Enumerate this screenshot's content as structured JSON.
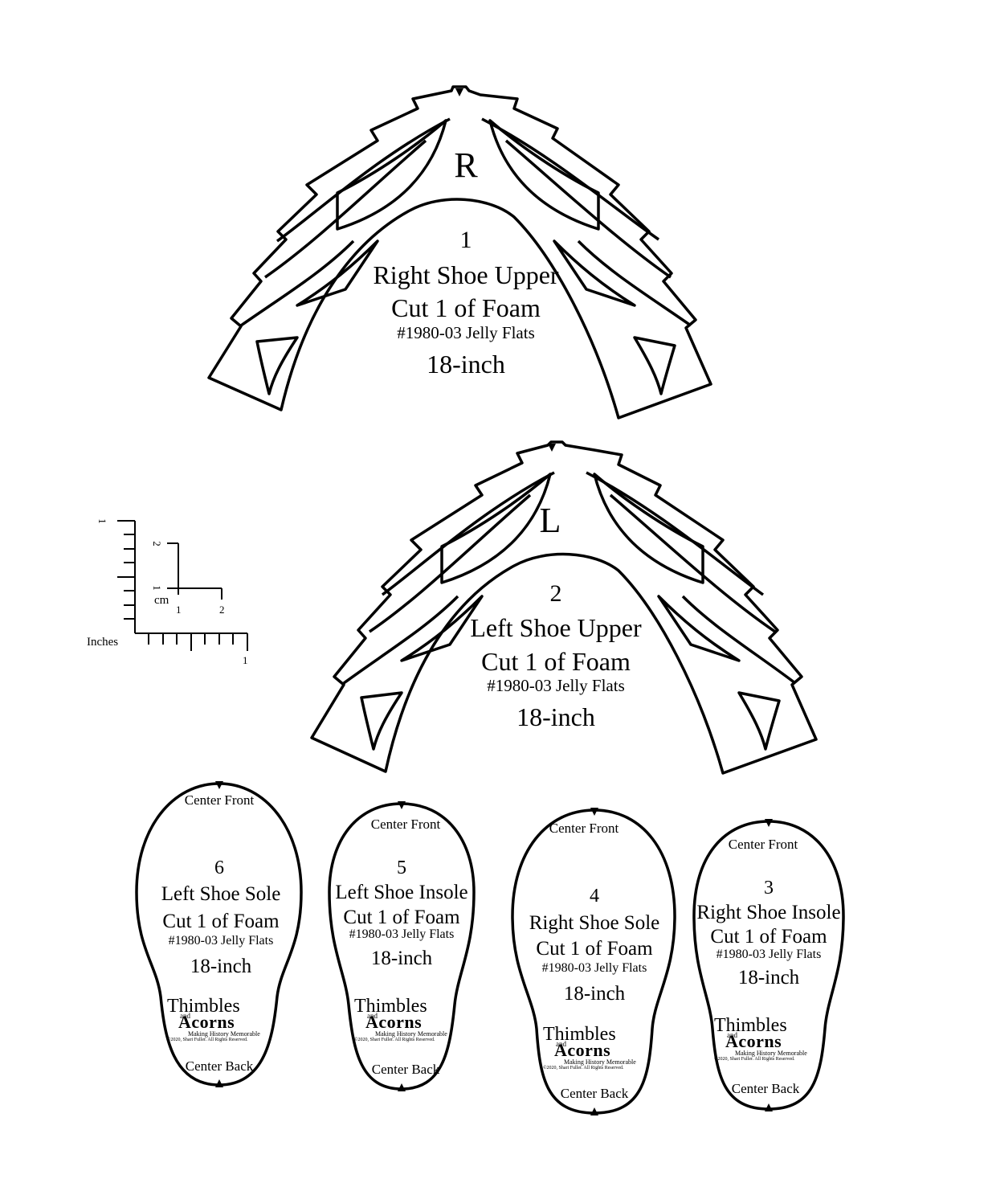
{
  "uppers": [
    {
      "letter": "R",
      "num": "1",
      "name": "Right Shoe Upper",
      "cut": "Cut 1 of Foam",
      "code": "#1980-03 Jelly Flats",
      "size": "18-inch"
    },
    {
      "letter": "L",
      "num": "2",
      "name": "Left Shoe Upper",
      "cut": "Cut 1 of Foam",
      "code": "#1980-03 Jelly Flats",
      "size": "18-inch"
    }
  ],
  "soles": [
    {
      "num": "6",
      "name": "Left Shoe Sole",
      "cut": "Cut 1 of Foam",
      "code": "#1980-03 Jelly Flats",
      "size": "18-inch",
      "front": "Center Front",
      "back": "Center Back"
    },
    {
      "num": "5",
      "name": "Left Shoe Insole",
      "cut": "Cut 1 of Foam",
      "code": "#1980-03 Jelly Flats",
      "size": "18-inch",
      "front": "Center Front",
      "back": "Center Back"
    },
    {
      "num": "4",
      "name": "Right Shoe Sole",
      "cut": "Cut 1 of Foam",
      "code": "#1980-03 Jelly Flats",
      "size": "18-inch",
      "front": "Center Front",
      "back": "Center Back"
    },
    {
      "num": "3",
      "name": "Right Shoe Insole",
      "cut": "Cut 1 of Foam",
      "code": "#1980-03 Jelly Flats",
      "size": "18-inch",
      "front": "Center Front",
      "back": "Center Back"
    }
  ],
  "logo": {
    "line1": "Thimbles",
    "and": "and",
    "line2": "Acorns",
    "tagline": "Making History Memorable",
    "copyright": "©2020, Shari Fuller.  All Rights Reserved."
  },
  "ruler": {
    "inches_label": "Inches",
    "cm_label": "cm",
    "inch_tick": "1",
    "cm_tick_1": "1",
    "cm_tick_2": "2",
    "v_inch_tick": "1",
    "v_cm_tick_1": "1",
    "v_cm_tick_2": "2"
  }
}
